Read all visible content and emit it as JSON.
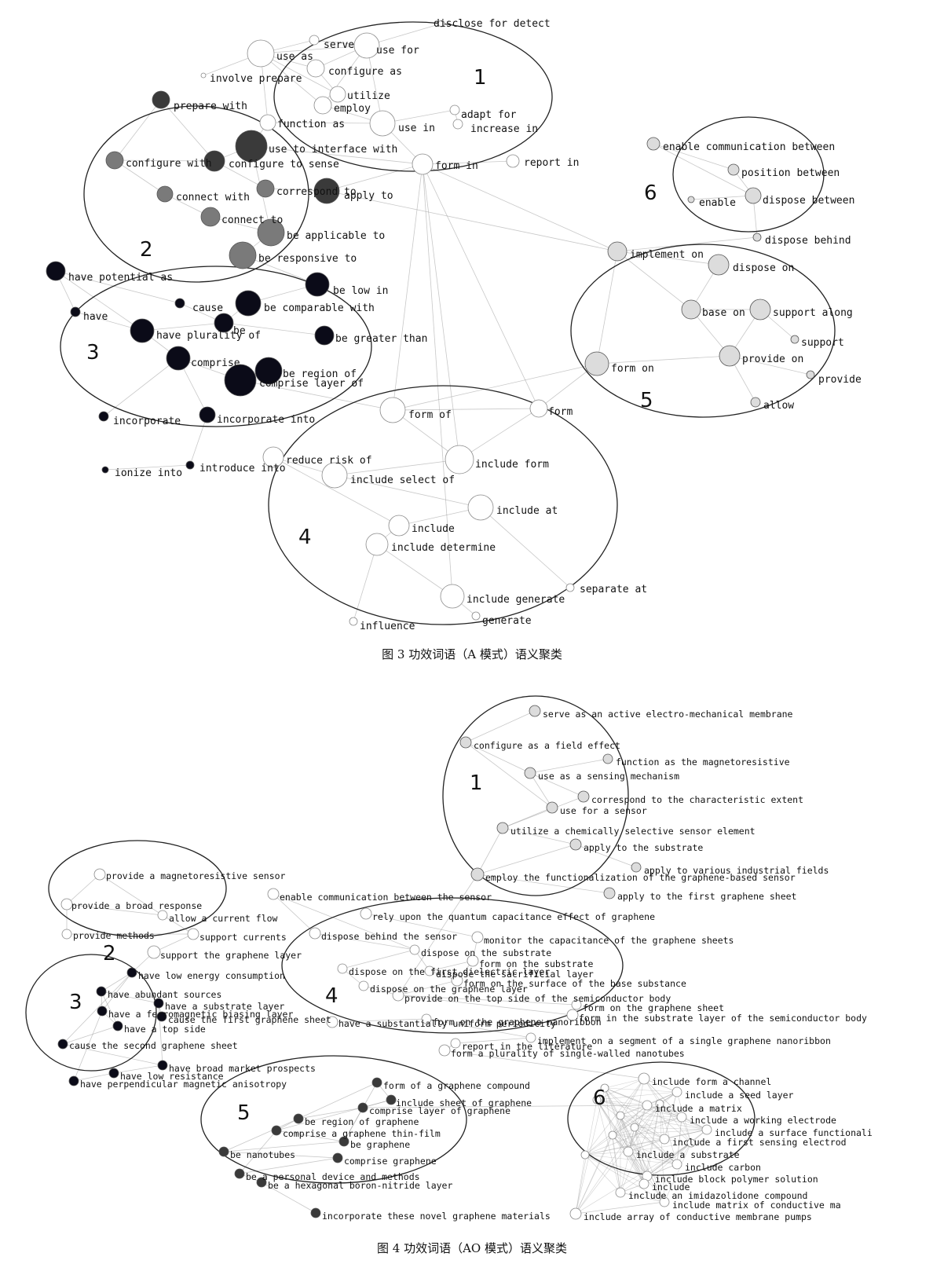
{
  "colors": {
    "white": "#ffffff",
    "light": "#dcdcdc",
    "gray": "#7a7a7a",
    "dark": "#3a3a3a",
    "black": "#0b0b18",
    "edge": "#9a9a9a",
    "ellipse": "#222222"
  },
  "figures": [
    {
      "caption": "图 3 功效词语（A 模式）语义聚类",
      "clusters": [
        {
          "label": "1"
        },
        {
          "label": "2"
        },
        {
          "label": "3"
        },
        {
          "label": "4"
        },
        {
          "label": "5"
        },
        {
          "label": "6"
        }
      ],
      "nodes": [
        {
          "label": "disclose for detect",
          "tone": "white"
        },
        {
          "label": "serve",
          "tone": "white"
        },
        {
          "label": "use as",
          "tone": "white"
        },
        {
          "label": "use for",
          "tone": "white"
        },
        {
          "label": "involve prepare",
          "tone": "white"
        },
        {
          "label": "configure as",
          "tone": "white"
        },
        {
          "label": "utilize",
          "tone": "white"
        },
        {
          "label": "employ",
          "tone": "white"
        },
        {
          "label": "adapt for",
          "tone": "white"
        },
        {
          "label": "increase in",
          "tone": "white"
        },
        {
          "label": "function as",
          "tone": "white"
        },
        {
          "label": "use in",
          "tone": "white"
        },
        {
          "label": "use to interface with",
          "tone": "dark"
        },
        {
          "label": "form in",
          "tone": "white"
        },
        {
          "label": "report in",
          "tone": "white"
        },
        {
          "label": "prepare with",
          "tone": "dark"
        },
        {
          "label": "configure with",
          "tone": "gray"
        },
        {
          "label": "configure to sense",
          "tone": "dark"
        },
        {
          "label": "correspond to",
          "tone": "gray"
        },
        {
          "label": "apply to",
          "tone": "dark"
        },
        {
          "label": "connect with",
          "tone": "gray"
        },
        {
          "label": "connect to",
          "tone": "gray"
        },
        {
          "label": "be applicable to",
          "tone": "gray"
        },
        {
          "label": "be responsive to",
          "tone": "gray"
        },
        {
          "label": "have potential as",
          "tone": "black"
        },
        {
          "label": "be low in",
          "tone": "black"
        },
        {
          "label": "cause",
          "tone": "black"
        },
        {
          "label": "have",
          "tone": "black"
        },
        {
          "label": "be comparable with",
          "tone": "black"
        },
        {
          "label": "be",
          "tone": "black"
        },
        {
          "label": "have plurality of",
          "tone": "black"
        },
        {
          "label": "be greater than",
          "tone": "black"
        },
        {
          "label": "comprise",
          "tone": "black"
        },
        {
          "label": "be region of",
          "tone": "black"
        },
        {
          "label": "comprise layer of",
          "tone": "black"
        },
        {
          "label": "incorporate",
          "tone": "black"
        },
        {
          "label": "incorporate into",
          "tone": "black"
        },
        {
          "label": "ionize into",
          "tone": "black"
        },
        {
          "label": "introduce into",
          "tone": "black"
        },
        {
          "label": "form of",
          "tone": "white"
        },
        {
          "label": "form",
          "tone": "white"
        },
        {
          "label": "reduce risk of",
          "tone": "white"
        },
        {
          "label": "include form",
          "tone": "white"
        },
        {
          "label": "include select of",
          "tone": "white"
        },
        {
          "label": "include at",
          "tone": "white"
        },
        {
          "label": "include",
          "tone": "white"
        },
        {
          "label": "include determine",
          "tone": "white"
        },
        {
          "label": "separate at",
          "tone": "white"
        },
        {
          "label": "include generate",
          "tone": "white"
        },
        {
          "label": "generate",
          "tone": "white"
        },
        {
          "label": "influence",
          "tone": "white"
        },
        {
          "label": "enable communication between",
          "tone": "light"
        },
        {
          "label": "position between",
          "tone": "light"
        },
        {
          "label": "enable",
          "tone": "light"
        },
        {
          "label": "dispose between",
          "tone": "light"
        },
        {
          "label": "dispose behind",
          "tone": "light"
        },
        {
          "label": "implement on",
          "tone": "light"
        },
        {
          "label": "dispose on",
          "tone": "light"
        },
        {
          "label": "base on",
          "tone": "light"
        },
        {
          "label": "support along",
          "tone": "light"
        },
        {
          "label": "support",
          "tone": "light"
        },
        {
          "label": "provide on",
          "tone": "light"
        },
        {
          "label": "provide",
          "tone": "light"
        },
        {
          "label": "form on",
          "tone": "light"
        },
        {
          "label": "allow",
          "tone": "light"
        }
      ]
    },
    {
      "caption": "图 4 功效词语（AO 模式）语义聚类",
      "clusters": [
        {
          "label": "1"
        },
        {
          "label": "2"
        },
        {
          "label": "3"
        },
        {
          "label": "4"
        },
        {
          "label": "5"
        },
        {
          "label": "6"
        }
      ],
      "nodes": [
        {
          "label": "serve as an active electro-mechanical membrane",
          "tone": "light"
        },
        {
          "label": "configure as a field effect",
          "tone": "light"
        },
        {
          "label": "function as the magnetoresistive",
          "tone": "light"
        },
        {
          "label": "use as a sensing mechanism",
          "tone": "light"
        },
        {
          "label": "correspond to the characteristic extent",
          "tone": "light"
        },
        {
          "label": "use for a sensor",
          "tone": "light"
        },
        {
          "label": "utilize a chemically selective sensor element",
          "tone": "light"
        },
        {
          "label": "apply to the substrate",
          "tone": "light"
        },
        {
          "label": "apply to various industrial fields",
          "tone": "light"
        },
        {
          "label": "employ the functionalization of the graphene-based sensor",
          "tone": "light"
        },
        {
          "label": "apply to the first graphene sheet",
          "tone": "light"
        },
        {
          "label": "provide a magnetoresistive sensor",
          "tone": "white"
        },
        {
          "label": "provide a broad response",
          "tone": "white"
        },
        {
          "label": "allow a current flow",
          "tone": "white"
        },
        {
          "label": "provide methods",
          "tone": "white"
        },
        {
          "label": "support currents",
          "tone": "white"
        },
        {
          "label": "support the graphene layer",
          "tone": "white"
        },
        {
          "label": "enable communication between the sensor",
          "tone": "white"
        },
        {
          "label": "rely upon the quantum capacitance effect of graphene",
          "tone": "white"
        },
        {
          "label": "dispose behind the sensor",
          "tone": "white"
        },
        {
          "label": "monitor the capacitance of the graphene sheets",
          "tone": "white"
        },
        {
          "label": "dispose on the substrate",
          "tone": "white"
        },
        {
          "label": "form on the substrate",
          "tone": "white"
        },
        {
          "label": "dispose on the first dielectric layer",
          "tone": "white"
        },
        {
          "label": "dispose the sacrificial layer",
          "tone": "white"
        },
        {
          "label": "form on the surface of the base substance",
          "tone": "white"
        },
        {
          "label": "dispose on the graphene layer",
          "tone": "white"
        },
        {
          "label": "provide on the top side of the semiconductor body",
          "tone": "white"
        },
        {
          "label": "form on the graphene sheet",
          "tone": "white"
        },
        {
          "label": "have a substantially uniform periodicity",
          "tone": "white"
        },
        {
          "label": "form in the substrate layer of the semiconductor body",
          "tone": "white"
        },
        {
          "label": "form on the graphene nanoribbon",
          "tone": "white"
        },
        {
          "label": "implement on a segment of a single graphene nanoribbon",
          "tone": "white"
        },
        {
          "label": "report in the literature",
          "tone": "white"
        },
        {
          "label": "form a plurality of single-walled nanotubes",
          "tone": "white"
        },
        {
          "label": "have low energy consumption",
          "tone": "black"
        },
        {
          "label": "have abundant sources",
          "tone": "black"
        },
        {
          "label": "have a substrate layer",
          "tone": "black"
        },
        {
          "label": "have a ferromagnetic biasing layer",
          "tone": "black"
        },
        {
          "label": "cause the first graphene sheet",
          "tone": "black"
        },
        {
          "label": "have a top side",
          "tone": "black"
        },
        {
          "label": "cause the second graphene sheet",
          "tone": "black"
        },
        {
          "label": "have broad market prospects",
          "tone": "black"
        },
        {
          "label": "have low resistance",
          "tone": "black"
        },
        {
          "label": "have perpendicular magnetic anisotropy",
          "tone": "black"
        },
        {
          "label": "form of a graphene compound",
          "tone": "dark"
        },
        {
          "label": "include sheet of graphene",
          "tone": "dark"
        },
        {
          "label": "comprise layer of graphene",
          "tone": "dark"
        },
        {
          "label": "be region of graphene",
          "tone": "dark"
        },
        {
          "label": "comprise a graphene thin-film",
          "tone": "dark"
        },
        {
          "label": "be graphene",
          "tone": "dark"
        },
        {
          "label": "be nanotubes",
          "tone": "dark"
        },
        {
          "label": "comprise graphene",
          "tone": "dark"
        },
        {
          "label": "be a personal device and methods",
          "tone": "dark"
        },
        {
          "label": "be a hexagonal boron-nitride layer",
          "tone": "dark"
        },
        {
          "label": "incorporate these novel graphene materials",
          "tone": "dark"
        },
        {
          "label": "include form a channel",
          "tone": "white"
        },
        {
          "label": "include a seed layer",
          "tone": "white"
        },
        {
          "label": "include a matrix",
          "tone": "white"
        },
        {
          "label": "include a working electrode",
          "tone": "white"
        },
        {
          "label": "include a surface functionali",
          "tone": "white"
        },
        {
          "label": "include a first sensing electrod",
          "tone": "white"
        },
        {
          "label": "include a substrate",
          "tone": "white"
        },
        {
          "label": "include carbon",
          "tone": "white"
        },
        {
          "label": "include block polymer solution",
          "tone": "white"
        },
        {
          "label": "include",
          "tone": "white"
        },
        {
          "label": "include an imidazolidone compound",
          "tone": "white"
        },
        {
          "label": "include matrix of conductive ma",
          "tone": "white"
        },
        {
          "label": "include array of conductive membrane pumps",
          "tone": "white"
        }
      ]
    }
  ]
}
